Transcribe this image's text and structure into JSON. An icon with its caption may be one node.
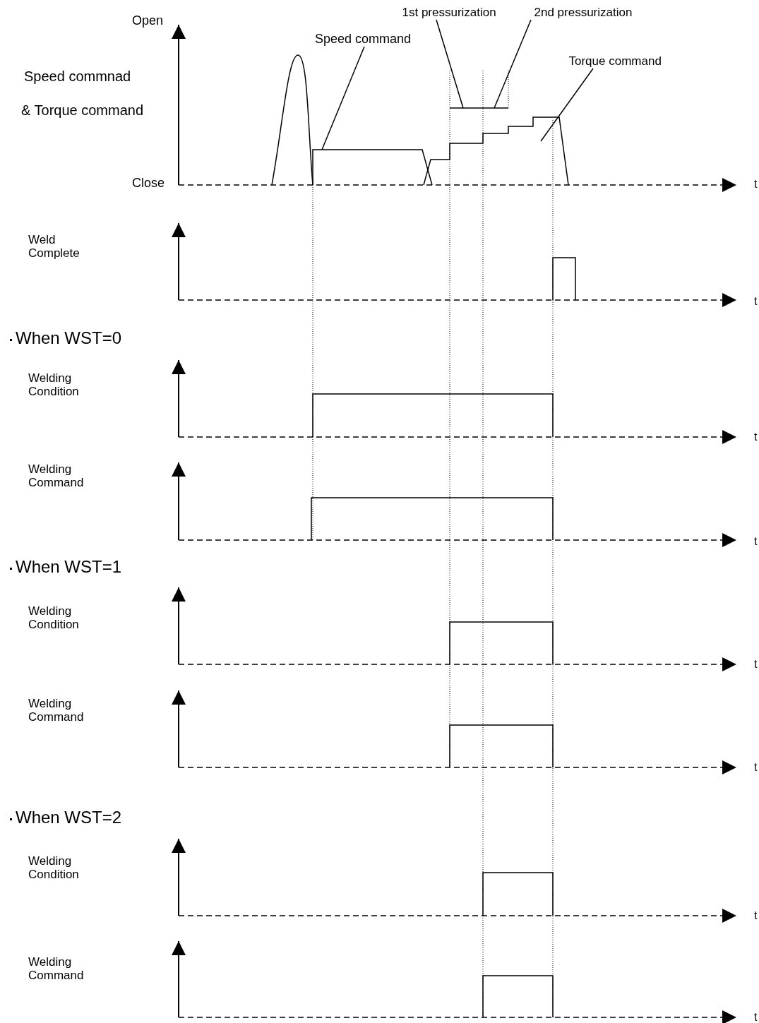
{
  "diagram": {
    "nodes": [
      {
        "text": [
          "Speed command"
        ]
      },
      {
        "text": [
          "1st pressurization"
        ]
      },
      {
        "text": [
          "2nd pressurization"
        ]
      },
      {
        "text": [
          "Torque command"
        ]
      },
      {
        "text": [],
        "shape": "line"
      },
      {
        "text": [],
        "shape": "line"
      },
      {
        "text": [],
        "shape": "line"
      }
    ],
    "edges": [
      {
        "from": 0,
        "to": 4,
        "arrow": "none"
      },
      {
        "from": 1,
        "to": 5,
        "arrow": "none"
      },
      {
        "from": 2,
        "to": 5,
        "arrow": "none"
      },
      {
        "from": 3,
        "to": 6,
        "arrow": "none"
      }
    ],
    "labels": [
      "Open",
      "Speed commnad",
      "& Torque command",
      "Close",
      "t",
      "Weld Complete",
      "t",
      "When WST=0",
      "Welding Condition",
      "t",
      "Welding Command",
      "t",
      "When WST=1",
      "Welding Condition",
      "t",
      "Welding Command",
      "t",
      "When WST=2",
      "Welding Condition",
      "t",
      "Welding Command",
      "t"
    ]
  }
}
